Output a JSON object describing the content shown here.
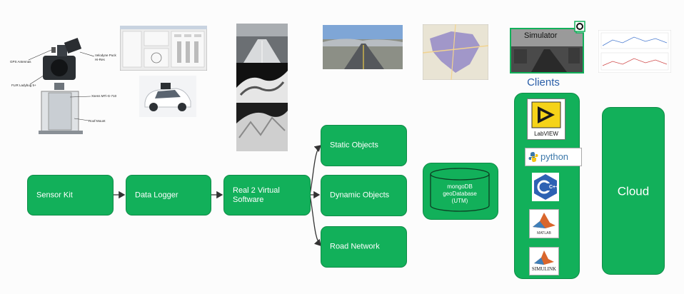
{
  "pipeline": {
    "sensor_kit": "Sensor Kit",
    "data_logger": "Data Logger",
    "real2virtual_line1": "Real 2 Virtual",
    "real2virtual_line2": "Software",
    "static_objects": "Static Objects",
    "dynamic_objects": "Dynamic Objects",
    "road_network": "Road Network"
  },
  "database": {
    "line1": "mongoDB",
    "line2": "geoDatabase",
    "line3": "(UTM)"
  },
  "clients": {
    "title": "Clients",
    "labview": "LabVIEW",
    "python": "python",
    "cpp": "C++",
    "matlab": "MATLAB",
    "simulink": "SIMULINK"
  },
  "cloud": "Cloud",
  "simulator": "Simulator",
  "sensor_labels": {
    "gps": "GPS Antennas",
    "flir": "FLIR Ladybug 5+",
    "velodyne_line1": "Velodyne Puck",
    "velodyne_line2": "Hi-Res",
    "xsens": "Xsens MTi-G-710",
    "mount": "Roof-Mount"
  },
  "colors": {
    "box_fill": "#12b05a",
    "box_border": "#0e8c47",
    "clients_title": "#2a5ea8",
    "arrow": "#333333"
  }
}
